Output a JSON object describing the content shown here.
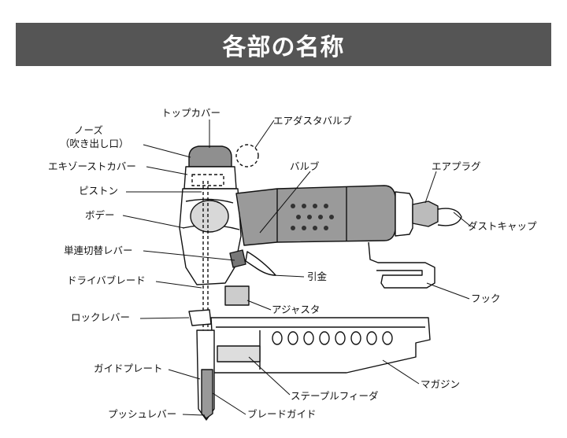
{
  "header": {
    "title": "各部の名称"
  },
  "labels": {
    "top_cover": "トップカバー",
    "air_duster_valve": "エアダスタバルブ",
    "nose": "ノーズ",
    "nose_sub": "（吹き出し口）",
    "exhaust_cover": "エキゾーストカバー",
    "valve": "バルブ",
    "air_plug": "エアプラグ",
    "piston": "ピストン",
    "dust_cap": "ダストキャップ",
    "body": "ボデー",
    "mode_switch_lever": "単連切替レバー",
    "trigger": "引金",
    "driver_blade": "ドライバブレード",
    "hook": "フック",
    "adjuster": "アジャスタ",
    "lock_lever": "ロックレバー",
    "guide_plate": "ガイドプレート",
    "magazine": "マガジン",
    "staple_feeder": "ステープルフィーダ",
    "push_lever": "プッシュレバー",
    "blade_guide": "ブレードガイド"
  },
  "colors": {
    "banner_bg": "#555555",
    "banner_text": "#ffffff",
    "grip_gray": "#9a9a9a",
    "line": "#111111"
  }
}
